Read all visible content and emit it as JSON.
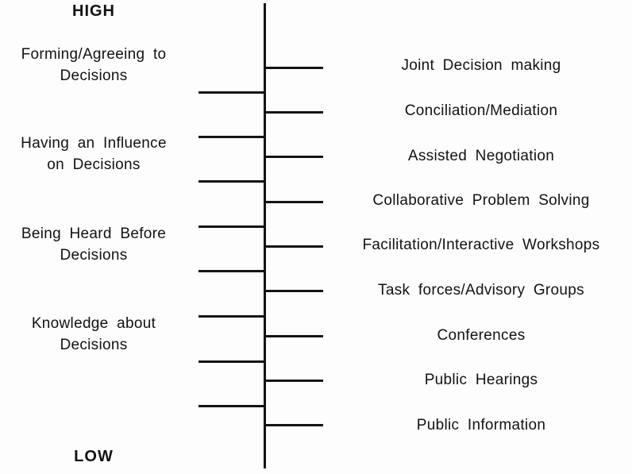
{
  "diagram": {
    "title_semantic": "Levels of public participation and corresponding methods",
    "high_label": "HIGH",
    "low_label": "LOW",
    "left_categories": [
      "Forming/Agreeing to\nDecisions",
      "Having an Influence\non Decisions",
      "Being Heard Before\nDecisions",
      "Knowledge about\nDecisions"
    ],
    "right_items": [
      "Joint Decision making",
      "Conciliation/Mediation",
      "Assisted Negotiation",
      "Collaborative Problem Solving",
      "Facilitation/Interactive Workshops",
      "Task forces/Advisory Groups",
      "Conferences",
      "Public Hearings",
      "Public Information"
    ],
    "colors": {
      "ink": "#141414",
      "background": "#fdfdfd"
    }
  }
}
